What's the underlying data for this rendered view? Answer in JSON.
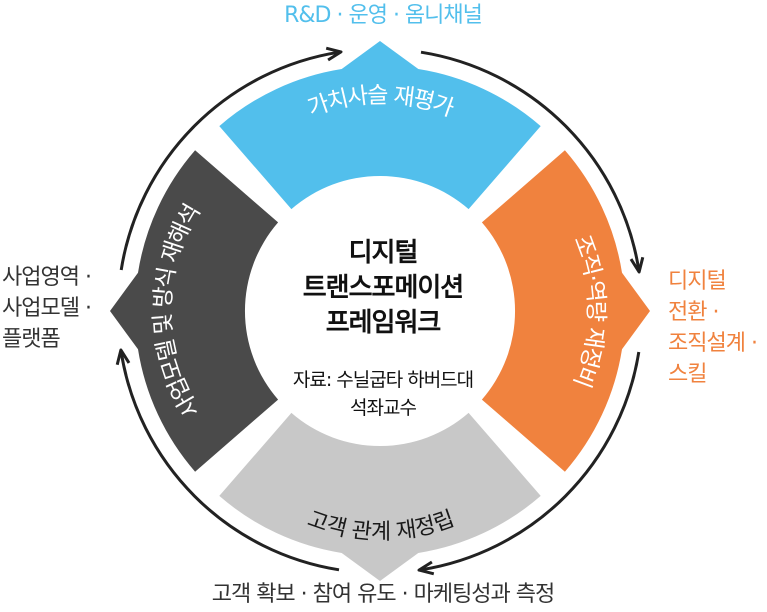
{
  "center": {
    "title_lines": [
      "디지털",
      "트랜스포메이션",
      "프레임워크"
    ],
    "source_lines": [
      "자료: 수닐굽타 하버드대",
      "석좌교수"
    ]
  },
  "segments": {
    "top": {
      "label": "가치사슬 재평가",
      "color": "#52bfec"
    },
    "right": {
      "label": "조직·역량 재정비",
      "color": "#f0823e"
    },
    "bottom": {
      "label": "고객 관계 재정립",
      "color": "#c8c8c8"
    },
    "left": {
      "label": "사업모델 및 방식 재해석",
      "color": "#4a4a4a"
    }
  },
  "outer_labels": {
    "top": {
      "lines": [
        "R&D · 운영 · 옴니채널"
      ],
      "color": "#52bfec"
    },
    "right": {
      "lines": [
        "디지털",
        "전환 ·",
        "조직설계 ·",
        "스킬"
      ],
      "color": "#f0823e"
    },
    "bottom": {
      "lines": [
        "고객 확보 · 참여 유도 · 마케팅성과 측정"
      ],
      "color": "#333333"
    },
    "left": {
      "lines": [
        "사업영역 ·",
        "사업모델 ·",
        "플랫폼"
      ],
      "color": "#333333"
    }
  },
  "arrow_color": "#222222"
}
